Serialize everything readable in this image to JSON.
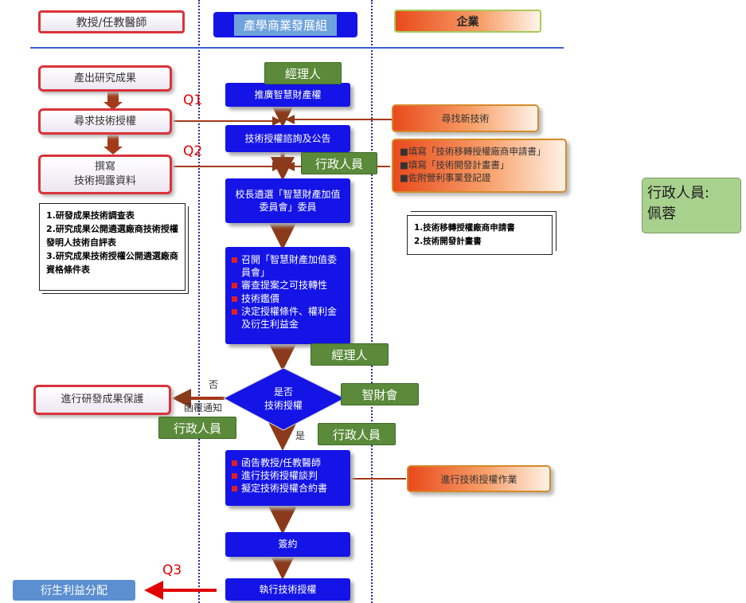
{
  "headers": {
    "left": "教授/任教醫師",
    "center": "產學商業發展組",
    "right": "企業"
  },
  "left_col": {
    "produce": "產出研究成果",
    "seek": "尋求技術授權",
    "write_line1": "撰寫",
    "write_line2": "技術揭露資料",
    "doc_list": [
      "1.研發成果技術調查表",
      "2.研究成果公開遴選廠商技術授權發明人技術自評表",
      "3.研究成果技術授權公開遴選廠商資格條件表"
    ],
    "protect": "進行研發成果保護",
    "revenue": "衍生利益分配"
  },
  "center_col": {
    "promote": "推廣智慧財產權",
    "consult": "技術授權諮詢及公告",
    "select": "校長遴選「智慧財產加值委員會」委員",
    "meeting_items": [
      "召開「智慧財產加值委員會」",
      "審查提案之可技轉性",
      "技術鑑價",
      "決定授權條件、權利金及衍生利益金"
    ],
    "decision_line1": "是否",
    "decision_line2": "技術授權",
    "no": "否",
    "yes": "是",
    "notify": "函覆通知",
    "negotiate_items": [
      "函告教授/任教醫師",
      "進行技術授權談判",
      "擬定技術授權合約書"
    ],
    "sign": "簽約",
    "execute": "執行技術授權"
  },
  "right_col": {
    "find": "尋找新技術",
    "tasks": [
      "■填寫「技術移轉授權廠商申請書」",
      "■填寫「技術開發計畫書」",
      "■佐附營利事業登記證"
    ],
    "doc_list": [
      "1.技術移轉授權廠商申請書",
      "2.技術開發計畫書"
    ],
    "do_license": "進行技術授權作業"
  },
  "labels": {
    "manager": "經理人",
    "admin": "行政人員",
    "ip_committee": "智財會",
    "q1": "Q1",
    "q2": "Q2",
    "q3": "Q3"
  },
  "note": {
    "line1": "行政人員:",
    "line2": "佩蓉"
  },
  "colors": {
    "process_blue": "#1414e6",
    "label_green": "#5a8a3a",
    "arrow_brown": "#a33a1a",
    "question_red": "#e00000",
    "note_green": "#a9d18e"
  }
}
